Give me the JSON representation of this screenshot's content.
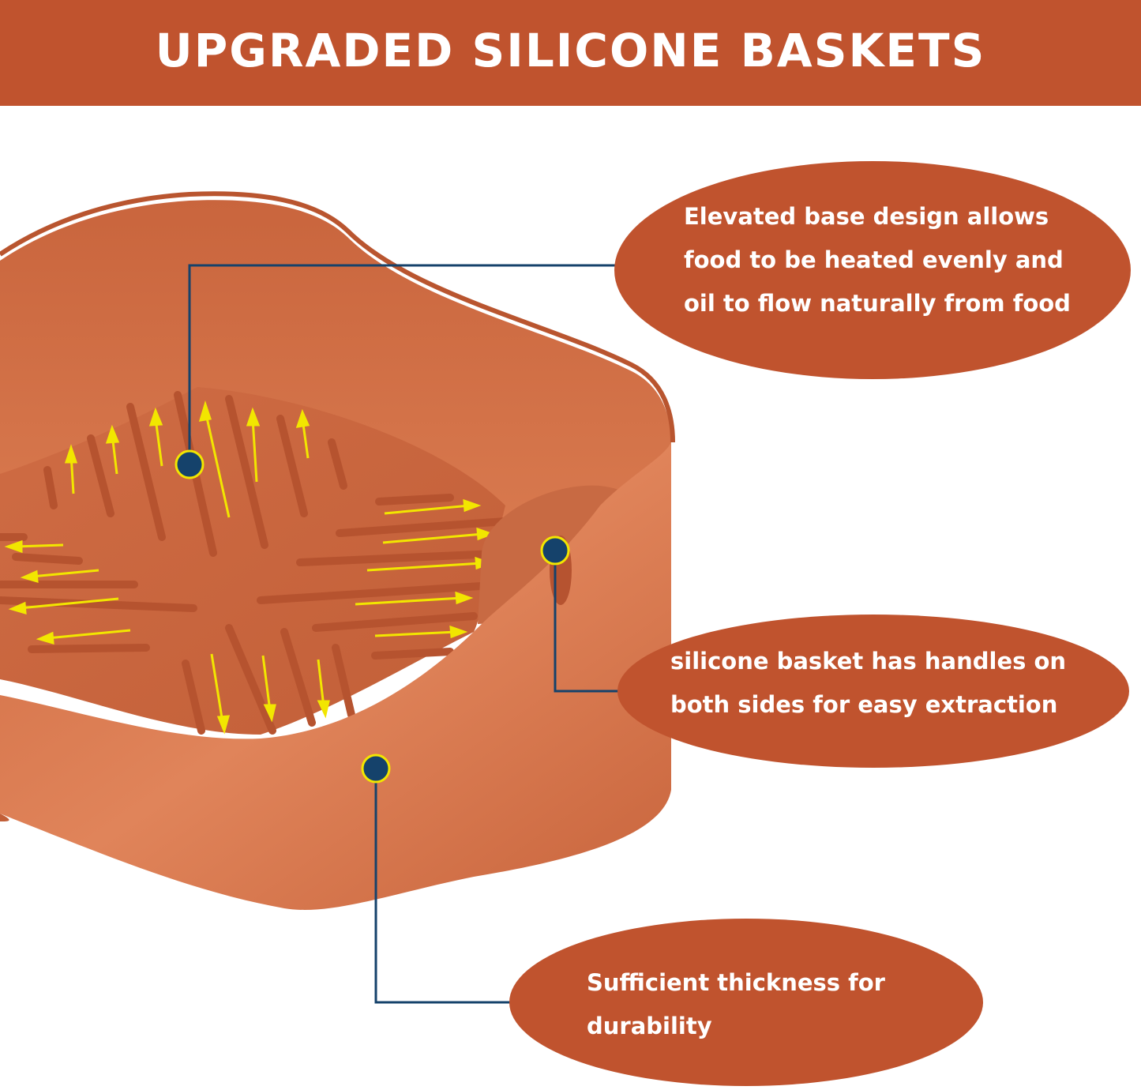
{
  "banner": {
    "title": "UPGRADED SILICONE BASKETS",
    "color": "#c0532e"
  },
  "callouts": [
    {
      "lines": [
        "Elevated base design allows",
        "food to be heated evenly and",
        "oil to flow naturally from food"
      ]
    },
    {
      "lines": [
        "silicone basket has handles on",
        "both sides for easy extraction"
      ]
    },
    {
      "lines": [
        "Sufficient thickness for",
        "durability"
      ]
    }
  ],
  "colors": {
    "callout_fill": "#c0532e",
    "basket": "#d9744a",
    "leader_line": "#15426b",
    "marker_ring": "#f2e600",
    "arrow": "#f2e600"
  }
}
